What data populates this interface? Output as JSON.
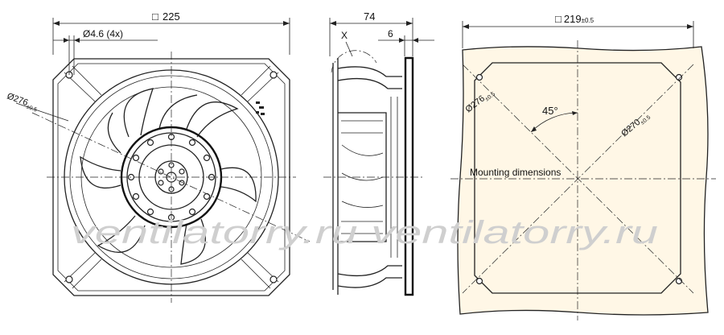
{
  "labels": {
    "front_width": "225",
    "front_square_symbol": "□",
    "hole_dia": "Ø4.6 (4x)",
    "front_dia": "Ø276",
    "front_dia_tol": "±0.5",
    "side_depth": "74",
    "side_flange": "6",
    "side_detail": "X",
    "mount_width": "219",
    "mount_square_symbol": "□",
    "mount_width_tol": "±0.5",
    "mount_dia1": "Ø276",
    "mount_dia1_tol": "±0.5",
    "mount_dia2": "Ø270",
    "mount_dia2_tol": "±0.5",
    "angle": "45°",
    "mounting_title": "Mounting dimensions"
  },
  "watermark": "ventilatorry.ru ventilatorry.ru",
  "colors": {
    "line": "#222222",
    "mount_fill": "#fff7e6",
    "watermark": "#cfcfcf"
  }
}
